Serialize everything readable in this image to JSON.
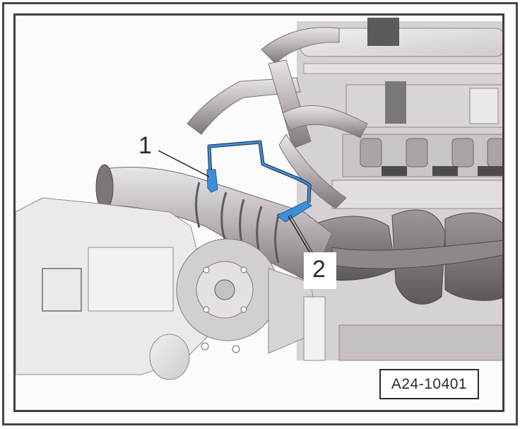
{
  "figure": {
    "id_label": "A24-10401",
    "subject": "engine-and-transmission-assembly-illustration",
    "callouts": [
      {
        "number": "1",
        "target": "upstream-sensor-connector"
      },
      {
        "number": "2",
        "target": "downstream-sensor-connector"
      }
    ],
    "highlight_color": "#3d8fd9",
    "frame_color": "#444444",
    "illustration_gray": "#b9b4b8"
  }
}
